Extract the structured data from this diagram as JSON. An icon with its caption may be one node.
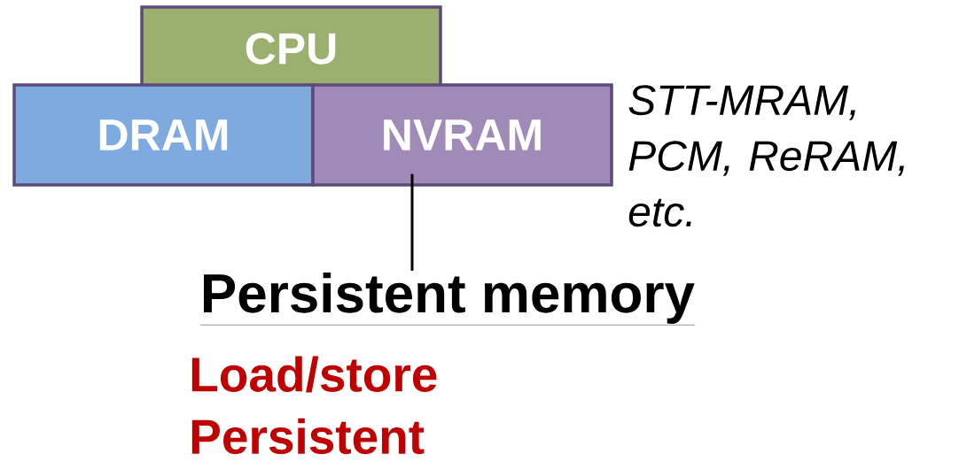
{
  "diagram": {
    "nodes": [
      {
        "text": [
          "CPU"
        ]
      },
      {
        "text": [
          "DRAM"
        ]
      },
      {
        "text": [
          "NVRAM"
        ]
      },
      {
        "text": [
          "Persistent memory"
        ]
      }
    ],
    "edges": [
      {
        "from": 3,
        "to": 2,
        "arrow": "none"
      }
    ],
    "labels": [
      "STT-MRAM, PCM, ReRAM, etc.",
      "Load/store",
      "Persistent"
    ]
  }
}
